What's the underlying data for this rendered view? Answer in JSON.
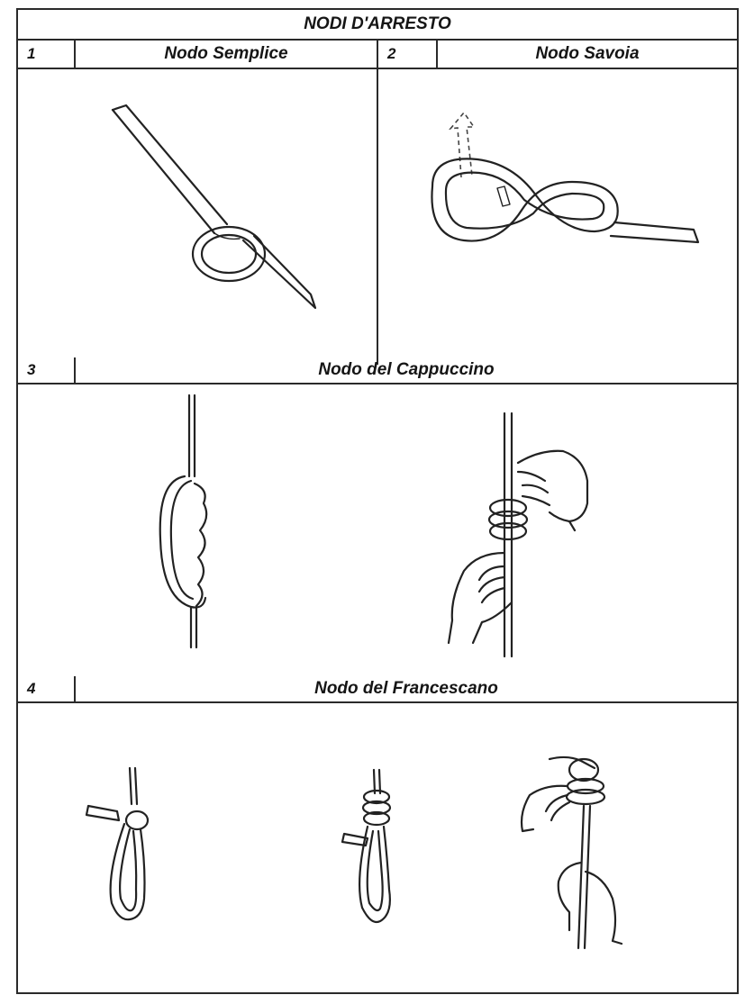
{
  "title": "NODI D'ARRESTO",
  "sections": [
    {
      "number": "1",
      "label": "Nodo Semplice"
    },
    {
      "number": "2",
      "label": "Nodo Savoia"
    },
    {
      "number": "3",
      "label": "Nodo del Cappuccino"
    },
    {
      "number": "4",
      "label": "Nodo del Francescano"
    }
  ],
  "illustrations": [
    "overhand-knot-drawing",
    "figure-eight-knot-drawing",
    "capuchin-knot-drawing",
    "hands-tying-capuchin-drawing",
    "franciscan-knot-loop-drawing",
    "franciscan-knot-wraps-drawing",
    "hands-tying-franciscan-drawing"
  ]
}
